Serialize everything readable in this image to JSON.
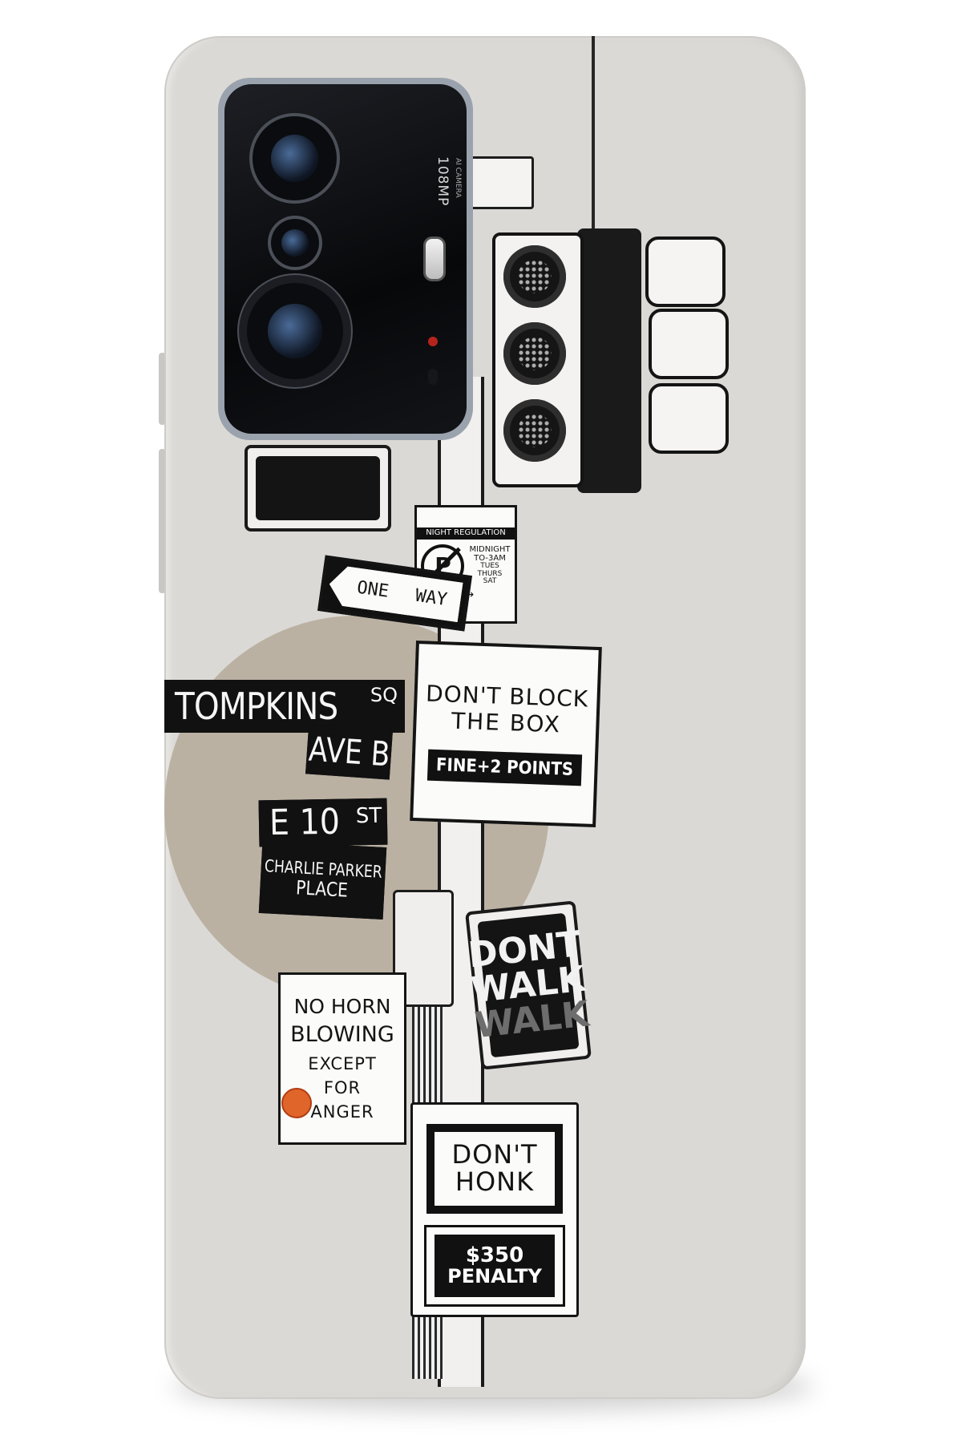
{
  "camera": {
    "megapixel_label": "108MP",
    "sub_label": "AI CAMERA"
  },
  "signs": {
    "night_regulation": {
      "title": "NIGHT REGULATION",
      "line1": "MIDNIGHT",
      "line2": "TO-3AM",
      "line3": "TUES",
      "line4": "THURS",
      "line5": "SAT"
    },
    "one_way": {
      "word1": "ONE",
      "word2": "WAY"
    },
    "dont_block": {
      "line1": "DON'T BLOCK",
      "line2": "THE BOX",
      "fine": "FINE+2 POINTS"
    },
    "tompkins": {
      "name": "TOMPKINS",
      "suffix": "SQ"
    },
    "ave_b": {
      "text": "AVE B"
    },
    "e10": {
      "text": "E 10",
      "suffix": "ST"
    },
    "charlie_parker": {
      "line1": "CHARLIE PARKER",
      "line2": "PLACE"
    },
    "ped_signal": {
      "line1": "DONT",
      "line2": "WALK",
      "line3": "WALK"
    },
    "no_horn": {
      "line1": "NO HORN",
      "line2": "BLOWING",
      "line3": "EXCEPT",
      "line4": "FOR",
      "line5": "ANGER"
    },
    "dont_honk": {
      "line1": "DON'T",
      "line2": "HONK",
      "fine_line1": "$350",
      "fine_line2": "PENALTY"
    }
  },
  "colors": {
    "case": "#dbd9d5",
    "circle_accent": "#bbb1a3",
    "ink": "#141414",
    "camera_body": "#0b0c0f"
  }
}
